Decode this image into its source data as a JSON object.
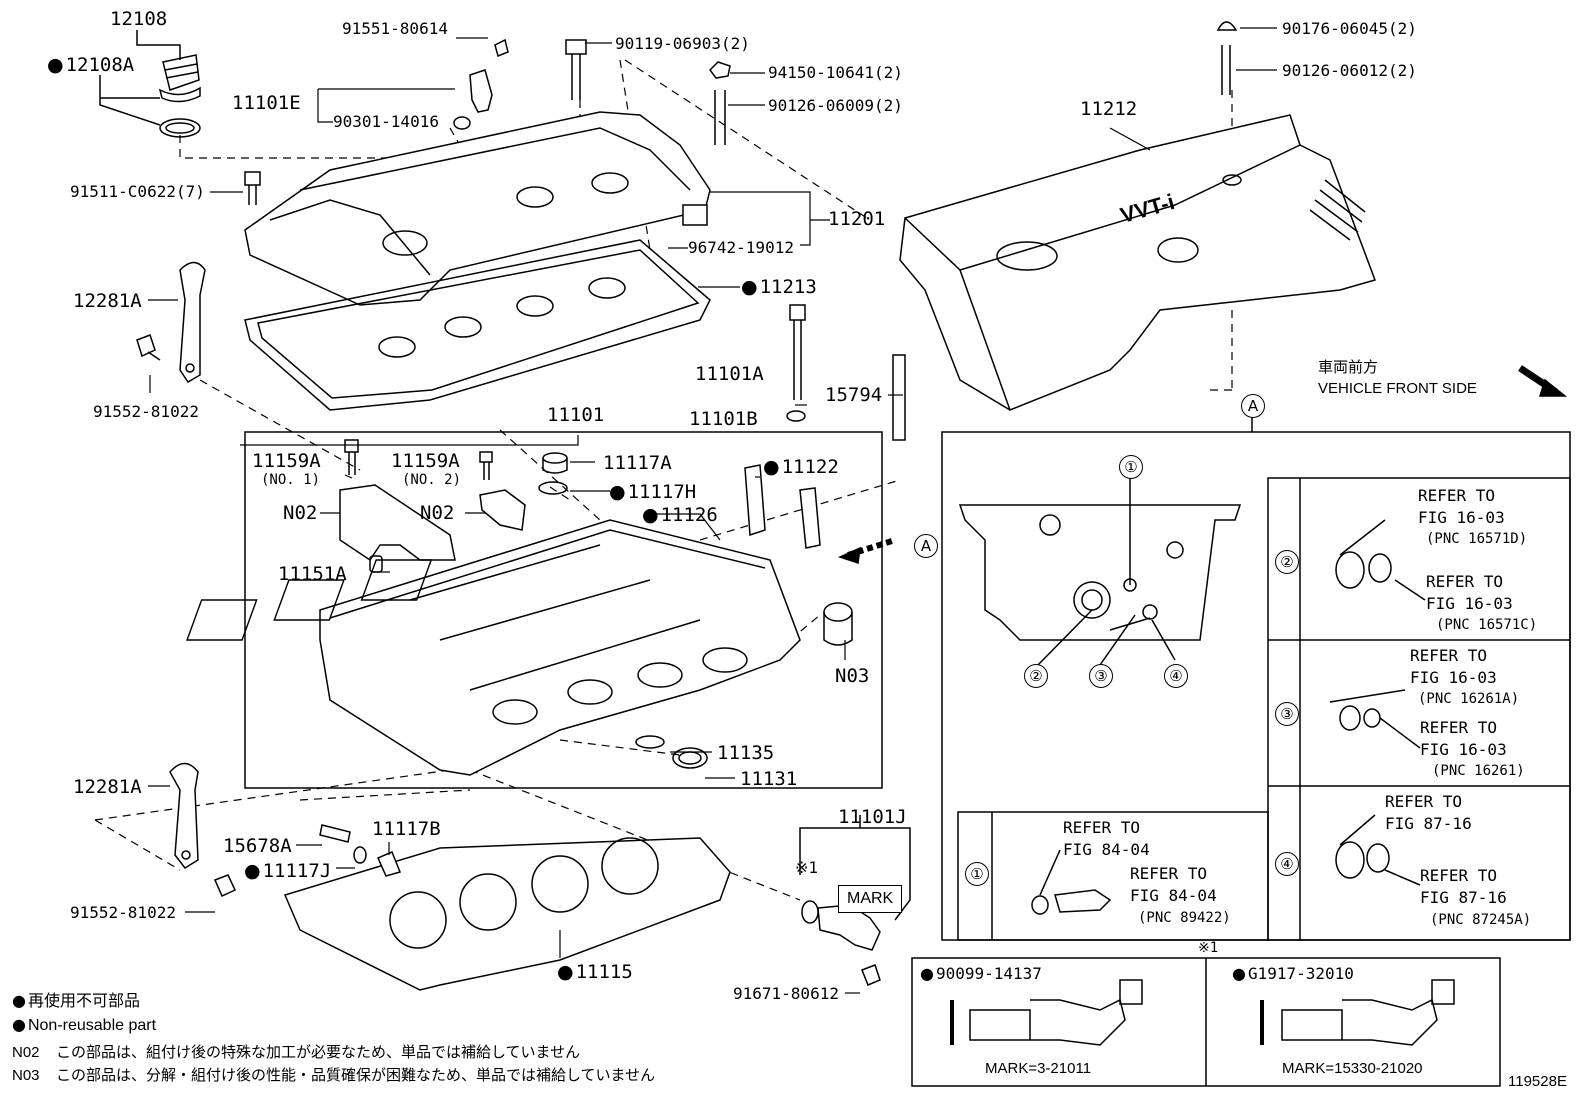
{
  "figure_id": "119528E",
  "vehicle_front": {
    "jp": "車両前方",
    "en": "VEHICLE FRONT SIDE"
  },
  "cover_logo": "VVT-i",
  "view_ref": "A",
  "callouts": {
    "c12108": "12108",
    "c12108A": "12108A",
    "c91551": "91551-80614",
    "c90119": "90119-06903(2)",
    "c94150": "94150-10641(2)",
    "c90126a": "90126-06009(2)",
    "c90176": "90176-06045(2)",
    "c90126b": "90126-06012(2)",
    "c11101E": "11101E",
    "c90301": "90301-14016",
    "c91511": "91511-C0622(7)",
    "c11212": "11212",
    "c11201": "11201",
    "c96742": "96742-19012",
    "c11213": "11213",
    "c12281A_top": "12281A",
    "c91552_top": "91552-81022",
    "c11101A": "11101A",
    "c15794": "15794",
    "c11101B": "11101B",
    "c11101": "11101",
    "c11159A_1": "11159A",
    "c11159A_1_sub": "(NO. 1)",
    "c11159A_2": "11159A",
    "c11159A_2_sub": "(NO. 2)",
    "c11117A": "11117A",
    "c11122": "11122",
    "c11117H": "11117H",
    "c11126": "11126",
    "c N02_1": "N02",
    "cN02_1": "N02",
    "cN02_2": "N02",
    "c11151A": "11151A",
    "cN03": "N03",
    "c11135": "11135",
    "c11131": "11131",
    "c12281A_bot": "12281A",
    "c15678A": "15678A",
    "c11117B": "11117B",
    "c11117J": "11117J",
    "c91552_bot": "91552-81022",
    "c11115": "11115",
    "c11101J": "11101J",
    "c_note1": "※1",
    "c_mark": "MARK",
    "c91671": "91671-80612"
  },
  "detail_a": {
    "refs": [
      {
        "num": "①",
        "lines": [
          "REFER TO",
          "FIG 84-04",
          "REFER TO",
          "FIG 84-04"
        ],
        "pnc": "(PNC 89422)"
      },
      {
        "num": "②",
        "lines": [
          "REFER TO",
          "FIG 16-03",
          "REFER TO",
          "FIG 16-03"
        ],
        "pnc1": "(PNC 16571D)",
        "pnc2": "(PNC 16571C)"
      },
      {
        "num": "③",
        "lines": [
          "REFER TO",
          "FIG 16-03",
          "REFER TO",
          "FIG 16-03"
        ],
        "pnc1": "(PNC 16261A)",
        "pnc2": "(PNC 16261)"
      },
      {
        "num": "④",
        "lines": [
          "REFER TO",
          "FIG 87-16",
          "REFER TO",
          "FIG 87-16"
        ],
        "pnc1": "(PNC 87245A)"
      }
    ],
    "labels": [
      "①",
      "②",
      "③",
      "④"
    ]
  },
  "note1_box": {
    "title": "※1",
    "left": {
      "part": "90099-14137",
      "mark": "MARK=3-21011"
    },
    "right": {
      "part": "G1917-32010",
      "mark": "MARK=15330-21020"
    }
  },
  "legend": {
    "nonreusable_jp": "再使用不可部品",
    "nonreusable_en": "Non-reusable part",
    "n02_code": "N02",
    "n02_text": "この部品は、組付け後の特殊な加工が必要なため、単品では補給していません",
    "n03_code": "N03",
    "n03_text": "この部品は、分解・組付け後の性能・品質確保が困難なため、単品では補給していません"
  }
}
